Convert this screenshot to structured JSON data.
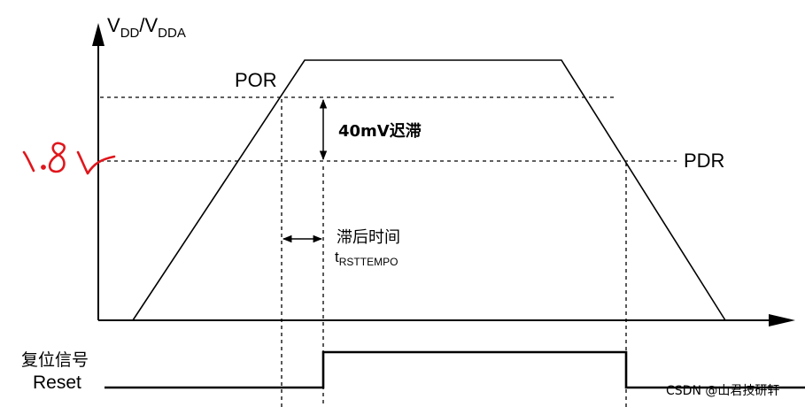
{
  "diagram": {
    "y_axis_label": {
      "main": "V",
      "sub1": "DD",
      "slash": "/V",
      "sub2": "DDA"
    },
    "por_label": "POR",
    "pdr_label": "PDR",
    "hysteresis_label": "40mV迟滞",
    "delay_label": "滞后时间",
    "t_label": {
      "main": "t",
      "sub": "RSTTEMPO"
    },
    "reset_label_cn": "复位信号",
    "reset_label_en": "Reset",
    "handwritten_note": "1.8V",
    "watermark": "CSDN @山君技研轩"
  },
  "colors": {
    "line": "#000000",
    "handwriting": "#e0161c",
    "watermark": "#b8b8b8"
  }
}
